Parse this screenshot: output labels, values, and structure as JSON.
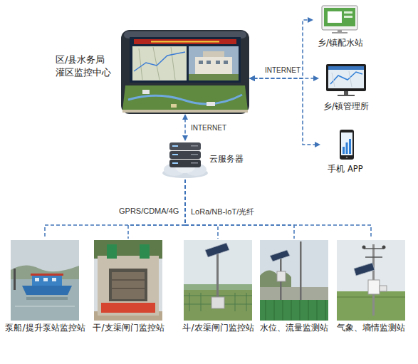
{
  "diagram": {
    "nodes": [
      {
        "text": [
          "区/县水务局 灌区监控中心"
        ]
      },
      {
        "text": [
          "乡/镇配水站"
        ]
      },
      {
        "text": [
          "乡/镇管理所"
        ]
      },
      {
        "text": [
          "手机 APP"
        ]
      },
      {
        "text": [
          "云服务器"
        ]
      },
      {
        "text": [
          "泵船/提升泵站监控站"
        ]
      },
      {
        "text": [
          "干/支渠闸门监控站"
        ]
      },
      {
        "text": [
          "斗/农渠闸门监控站"
        ]
      },
      {
        "text": [
          "水位、流量监测站"
        ]
      },
      {
        "text": [
          "气象、墒情监测站"
        ]
      }
    ],
    "edges": [
      {
        "from": 0,
        "to": 1,
        "arrow": "both",
        "label": "INTERNET"
      },
      {
        "from": 0,
        "to": 2,
        "arrow": "both"
      },
      {
        "from": 0,
        "to": 3,
        "arrow": "both"
      },
      {
        "from": 0,
        "to": 4,
        "arrow": "both",
        "label": "INTERNET"
      },
      {
        "from": 4,
        "to": 5,
        "arrow": "none"
      },
      {
        "from": 4,
        "to": 6,
        "arrow": "none"
      },
      {
        "from": 4,
        "to": 7,
        "arrow": "none"
      },
      {
        "from": 4,
        "to": 8,
        "arrow": "none"
      },
      {
        "from": 4,
        "to": 9,
        "arrow": "none"
      }
    ],
    "labels": [
      "GPRS/CDMA/4G",
      "LoRa/NB-IoT/光纤"
    ]
  }
}
